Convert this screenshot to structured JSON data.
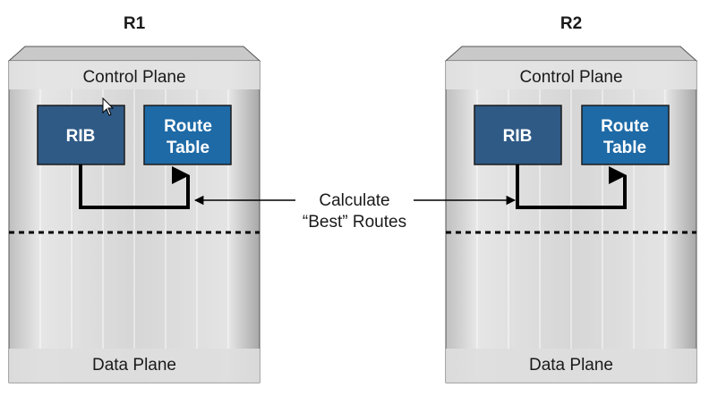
{
  "routers": [
    {
      "name": "R1",
      "control_plane": "Control Plane",
      "data_plane": "Data Plane",
      "rib": "RIB",
      "route_table": [
        "Route",
        "Table"
      ]
    },
    {
      "name": "R2",
      "control_plane": "Control Plane",
      "data_plane": "Data Plane",
      "rib": "RIB",
      "route_table": [
        "Route",
        "Table"
      ]
    }
  ],
  "center_label": [
    "Calculate",
    "“Best” Routes"
  ],
  "colors": {
    "rib_fill": "#2f5a86",
    "route_table_fill": "#1e6aa6",
    "chassis_fill": "#d4d4d4",
    "line": "#000000"
  }
}
